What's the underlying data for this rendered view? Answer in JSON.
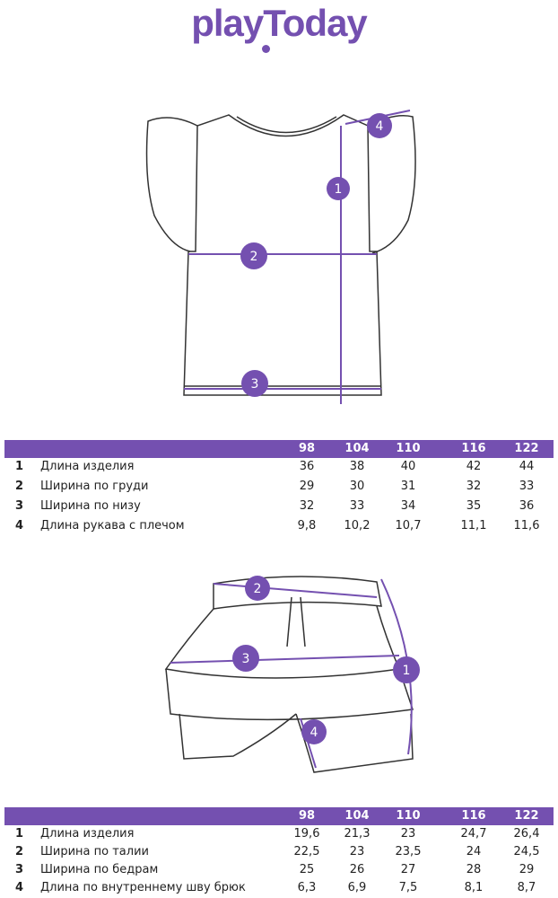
{
  "brand": {
    "logo": "playToday",
    "color": "#7450b0"
  },
  "tables": [
    {
      "sizes": [
        "98",
        "104",
        "110",
        "116",
        "122"
      ],
      "rows": [
        {
          "num": "1",
          "label": "Длина изделия",
          "values": [
            "36",
            "38",
            "40",
            "42",
            "44"
          ]
        },
        {
          "num": "2",
          "label": "Ширина по груди",
          "values": [
            "29",
            "30",
            "31",
            "32",
            "33"
          ]
        },
        {
          "num": "3",
          "label": "Ширина по низу",
          "values": [
            "32",
            "33",
            "34",
            "35",
            "36"
          ]
        },
        {
          "num": "4",
          "label": "Длина рукава с плечом",
          "values": [
            "9,8",
            "10,2",
            "10,7",
            "11,1",
            "11,6"
          ]
        }
      ]
    },
    {
      "sizes": [
        "98",
        "104",
        "110",
        "116",
        "122"
      ],
      "rows": [
        {
          "num": "1",
          "label": "Длина изделия",
          "values": [
            "19,6",
            "21,3",
            "23",
            "24,7",
            "26,4"
          ]
        },
        {
          "num": "2",
          "label": "Ширина по талии",
          "values": [
            "22,5",
            "23",
            "23,5",
            "24",
            "24,5"
          ]
        },
        {
          "num": "3",
          "label": "Ширина по бедрам",
          "values": [
            "25",
            "26",
            "27",
            "28",
            "29"
          ]
        },
        {
          "num": "4",
          "label": "Длина по внутреннему шву брюк",
          "values": [
            "6,3",
            "6,9",
            "7,5",
            "8,1",
            "8,7"
          ]
        }
      ]
    }
  ],
  "markers": {
    "one": "1",
    "two": "2",
    "three": "3",
    "four": "4"
  }
}
